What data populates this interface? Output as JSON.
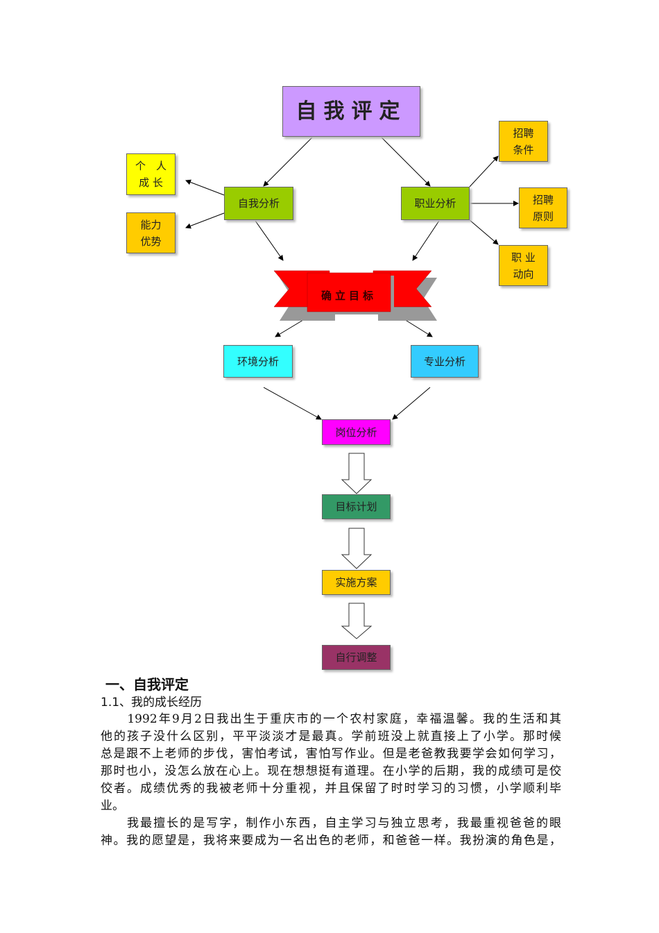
{
  "diagram": {
    "top": "自我评定",
    "self_analysis": "自我分析",
    "career_analysis": "职业分析",
    "personal_growth": [
      "个　人",
      "成 长"
    ],
    "ability": [
      "能力",
      "优势"
    ],
    "recruit_conditions": [
      "招聘",
      "条件"
    ],
    "recruit_principles": [
      "招聘",
      "原则"
    ],
    "career_trend": [
      "职 业",
      "动向"
    ],
    "goal": "确立目标",
    "environment": "环境分析",
    "major": "专业分析",
    "position": "岗位分析",
    "plan": "目标计划",
    "implement": "实施方案",
    "adjust": "自行调整"
  },
  "doc": {
    "heading": "一、自我评定",
    "subheading": "1.1、我的成长经历",
    "p1": [
      "　　1992年9月2日我出生于重庆市的一个农村家庭，幸福温馨。我的生活和其",
      "他的孩子没什么区别，平平淡淡才是最真。学前班没上就直接上了小学。那时候",
      "总是跟不上老师的步伐，害怕考试，害怕写作业。但是老爸教我要学会如何学习，",
      "那时也小，没怎么放在心上。现在想想挺有道理。在小学的后期，我的成绩可是佼",
      "佼者。成绩优秀的我被老师十分重视，并且保留了时时学习的习惯，小学顺利毕",
      "业。"
    ],
    "p2": [
      "　　我最擅长的是写字，制作小东西，自主学习与独立思考，我最重视爸爸的眼",
      "神。我的愿望是，我将来要成为一名出色的老师，和爸爸一样。我扮演的角色是，"
    ]
  }
}
